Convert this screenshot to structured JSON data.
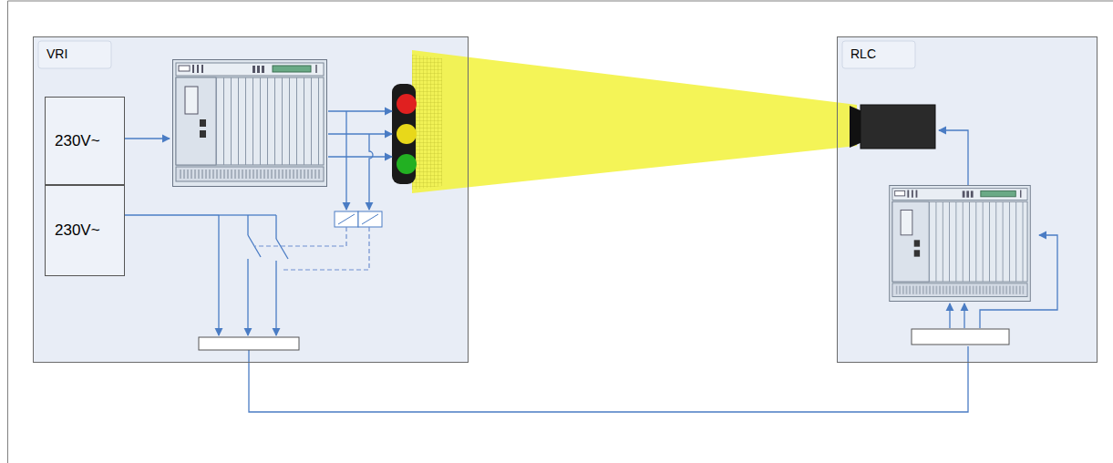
{
  "diagram": {
    "nodes": [
      {
        "text": [
          "VRI"
        ]
      },
      {
        "text": [
          "230V~"
        ],
        "in": 0
      },
      {
        "text": [
          "230V~"
        ],
        "in": 0
      },
      {
        "text": [
          "RLC"
        ]
      }
    ]
  }
}
